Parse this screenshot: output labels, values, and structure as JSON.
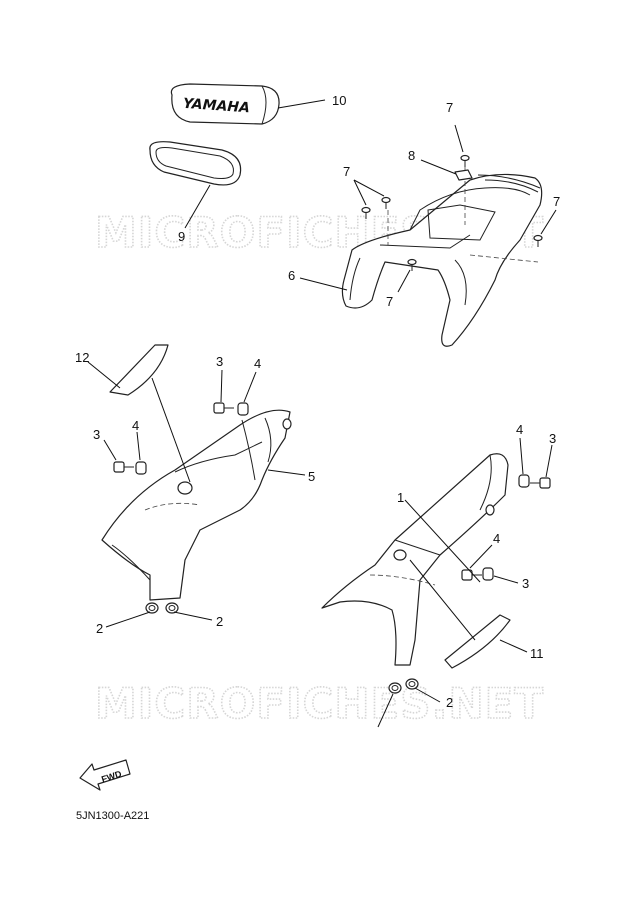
{
  "watermark": "MICROFICHES.NET",
  "logo_text": "YAMAHA",
  "fwd_text": "FWD",
  "diagram_code": "5JN1300-A221",
  "callouts": {
    "c1": "1",
    "c2a": "2",
    "c2b": "2",
    "c2c": "2",
    "c3a": "3",
    "c3b": "3",
    "c3c": "3",
    "c3d": "3",
    "c4a": "4",
    "c4b": "4",
    "c4c": "4",
    "c4d": "4",
    "c5": "5",
    "c6": "6",
    "c7a": "7",
    "c7b": "7",
    "c7c": "7",
    "c7d": "7",
    "c8": "8",
    "c9": "9",
    "c10": "10",
    "c11": "11",
    "c12": "12"
  }
}
